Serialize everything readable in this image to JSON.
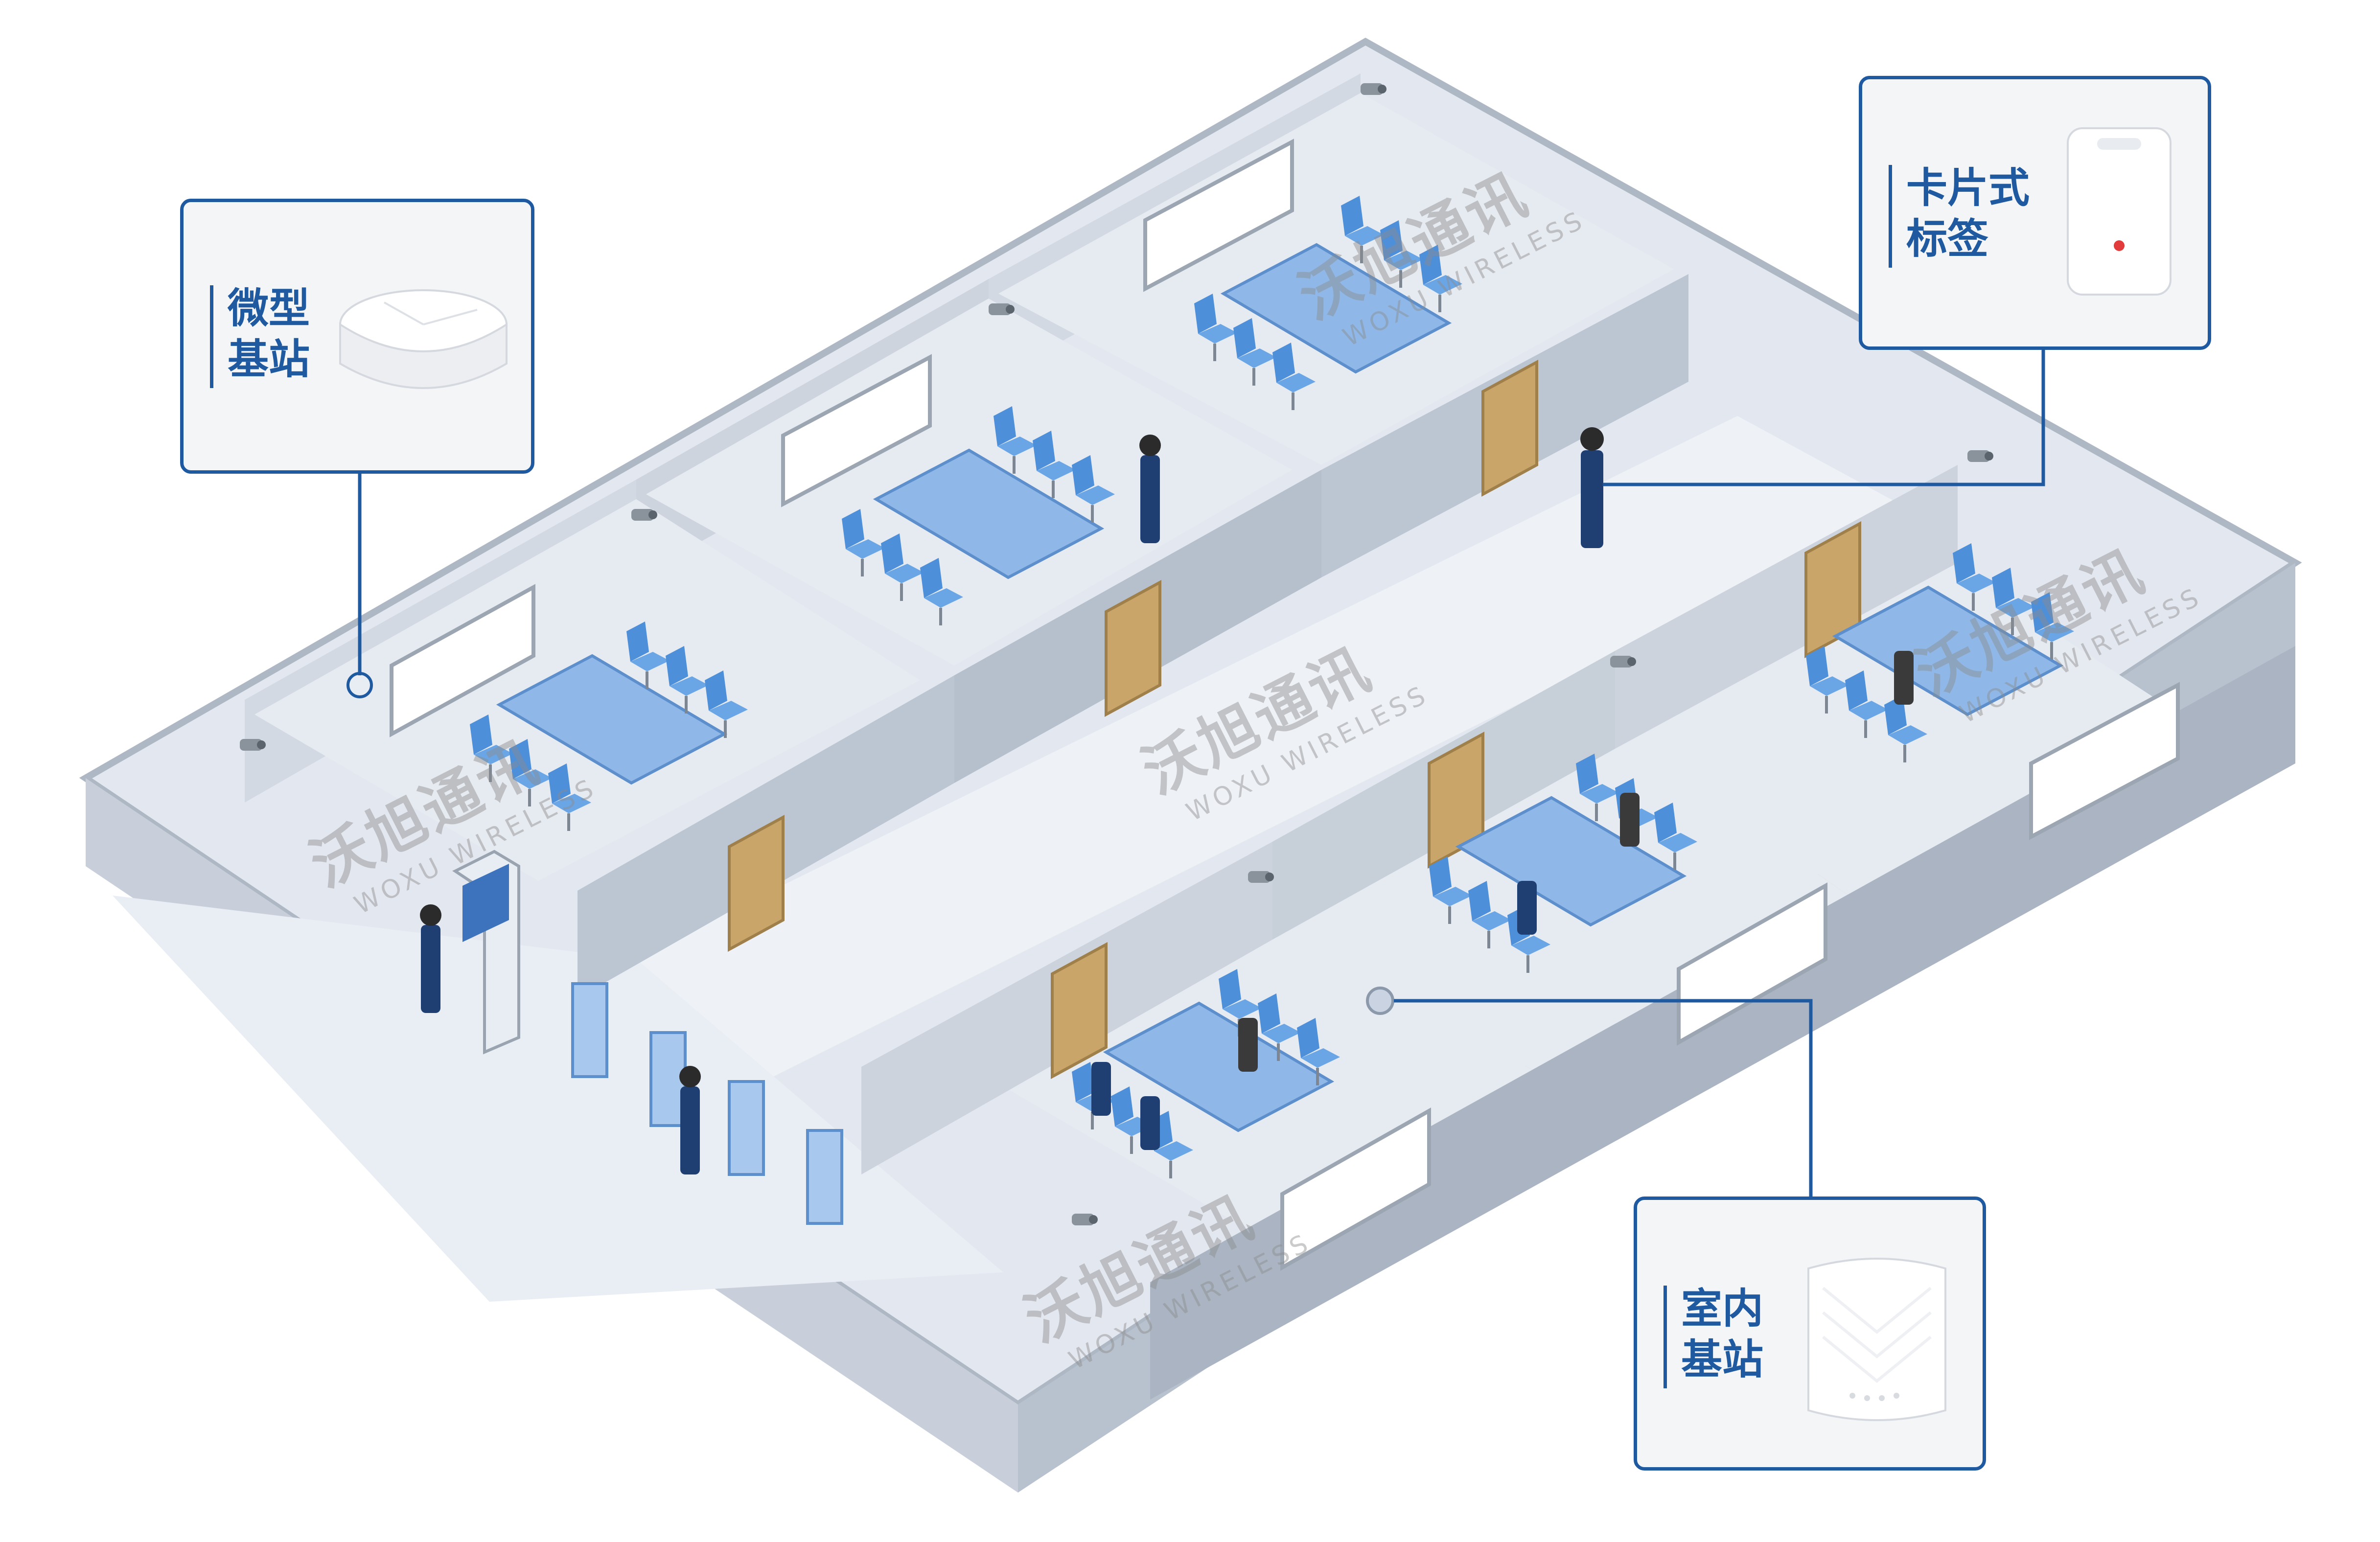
{
  "callouts": {
    "micro_station": {
      "line1": "微型",
      "line2": "基站"
    },
    "card_tag": {
      "line1": "卡片式",
      "line2": "标签"
    },
    "indoor_station": {
      "line1": "室内",
      "line2": "基站"
    }
  },
  "watermark": {
    "brand_cn": "沃旭通讯",
    "brand_en": "WOXU WIRELESS"
  },
  "colors": {
    "callout_border": "#1f5aa0",
    "wall": "#b7c0cd",
    "floor": "#e8ecf3",
    "desk": "#8fb8e8",
    "chair": "#4d8fd9",
    "door": "#c9a56a"
  }
}
